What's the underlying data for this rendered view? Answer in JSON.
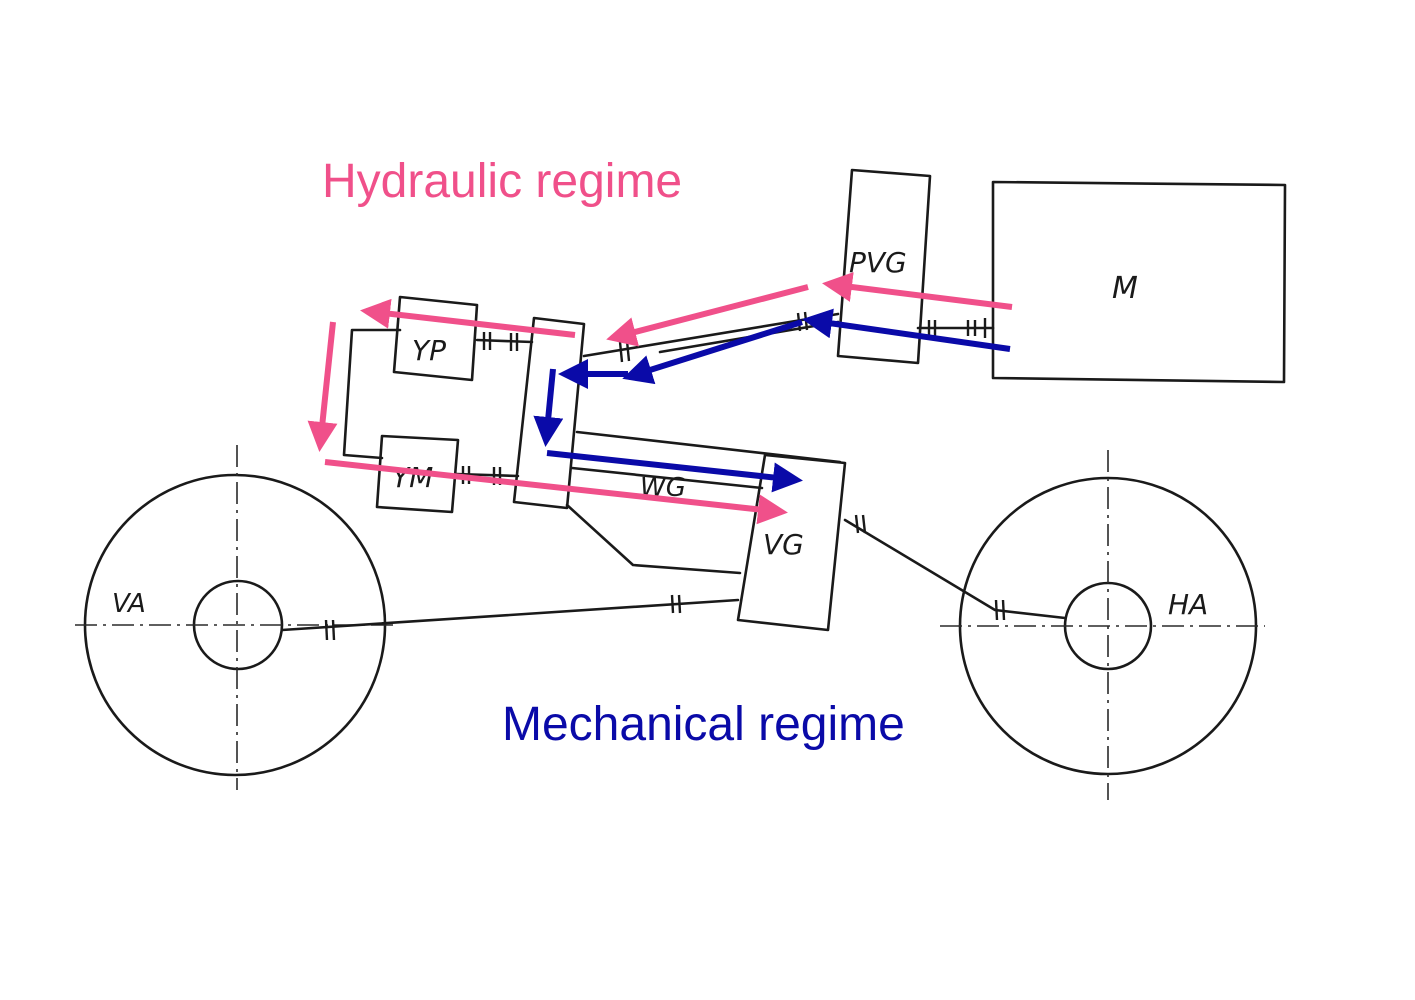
{
  "regimes": {
    "hydraulic": {
      "label": "Hydraulic regime",
      "color": "#f0508a"
    },
    "mechanical": {
      "label": "Mechanical regime",
      "color": "#0a0aa8"
    }
  },
  "components": {
    "motor": "M",
    "pvg": "PVG",
    "yp": "YP",
    "ym": "YM",
    "wg": "WG",
    "vg": "VG",
    "va": "VA",
    "ha": "HA"
  },
  "line_color": "#1a1a1a"
}
